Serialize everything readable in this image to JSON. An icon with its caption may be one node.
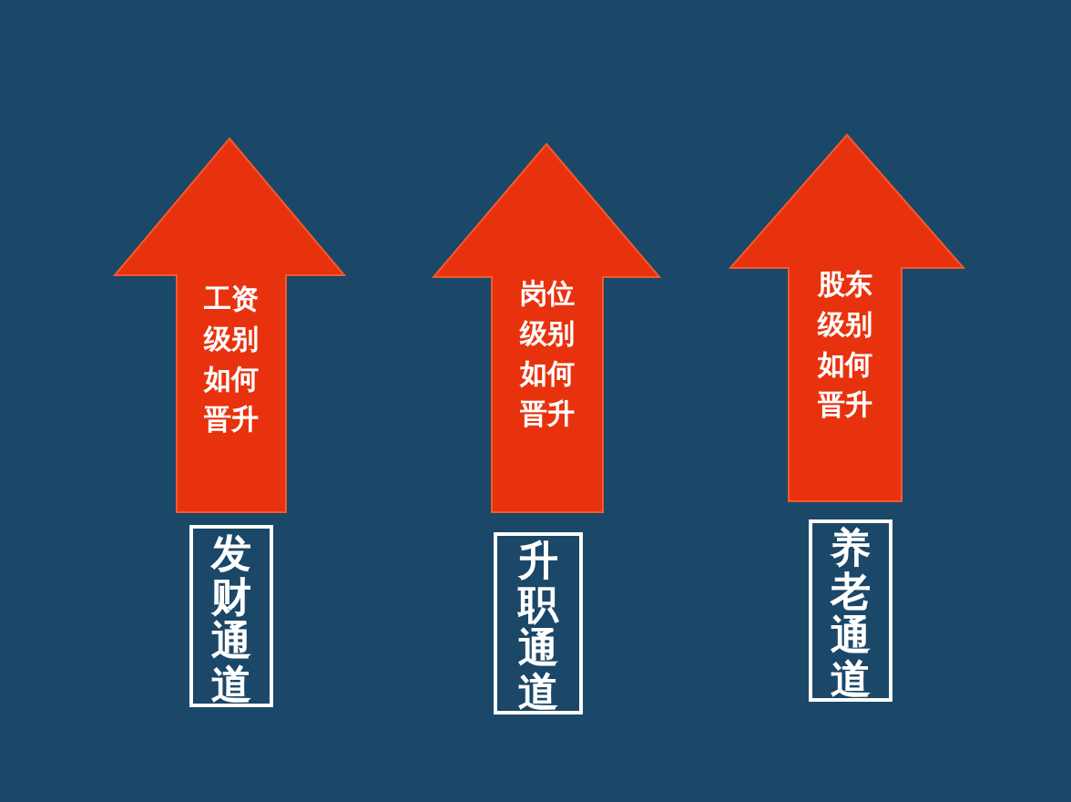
{
  "diagram": {
    "nodes": [
      {
        "text": [
          "工资级别如何晋升"
        ]
      },
      {
        "text": [
          "岗位级别如何晋升"
        ]
      },
      {
        "text": [
          "股东级别如何晋升"
        ]
      },
      {
        "text": [
          "发财通道"
        ]
      },
      {
        "text": [
          "升职通道"
        ]
      },
      {
        "text": [
          "养老通道"
        ]
      }
    ],
    "edges": []
  }
}
